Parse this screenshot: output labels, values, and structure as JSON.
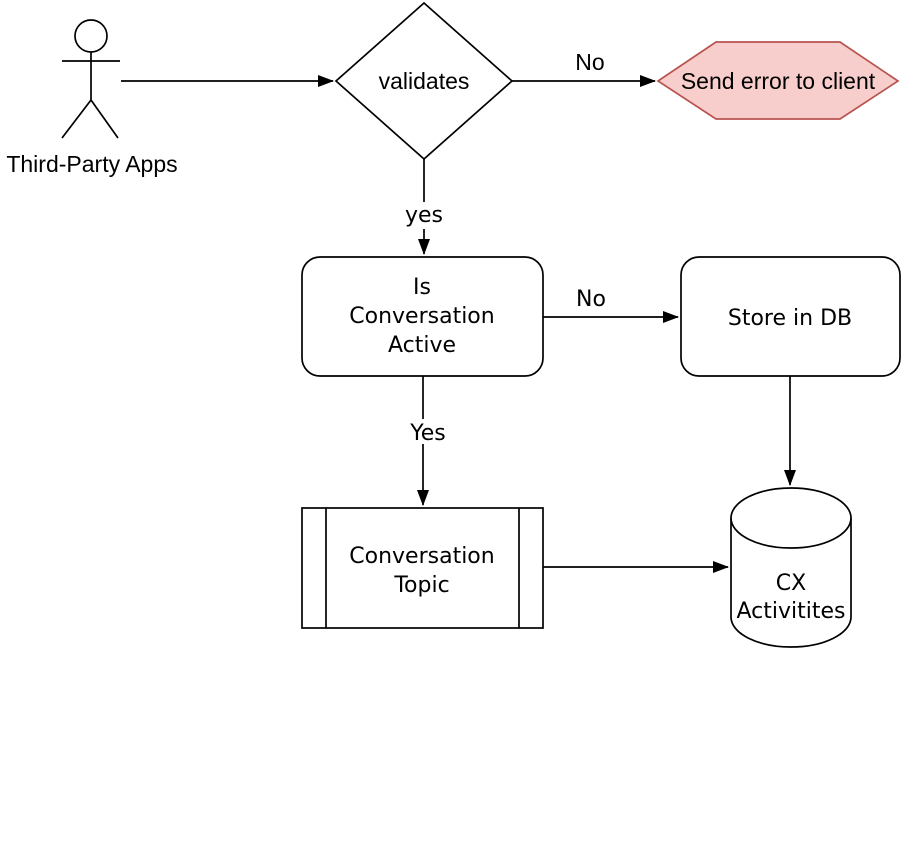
{
  "diagram": {
    "actor": {
      "label": "Third-Party Apps"
    },
    "nodes": {
      "validates": {
        "label": "validates",
        "type": "decision"
      },
      "send_error": {
        "label": "Send error to client",
        "type": "hexagon",
        "fill": "#f8cecc",
        "stroke": "#b85450"
      },
      "is_conversation_active": {
        "type": "rounded-rectangle",
        "lines": [
          "Is",
          "Conversation",
          "Active"
        ]
      },
      "store_in_db": {
        "label": "Store in DB",
        "type": "rounded-rectangle"
      },
      "conversation_topic": {
        "type": "predefined-process",
        "lines": [
          "Conversation",
          "Topic"
        ]
      },
      "cx_activities": {
        "type": "database-cylinder",
        "lines": [
          "CX",
          "Activitites"
        ]
      }
    },
    "edges": {
      "validates_no": {
        "label": "No"
      },
      "validates_yes": {
        "label": "yes"
      },
      "active_no": {
        "label": "No"
      },
      "active_yes": {
        "label": "Yes"
      }
    },
    "colors": {
      "line": "#000000",
      "canvas": "#ffffff"
    }
  }
}
